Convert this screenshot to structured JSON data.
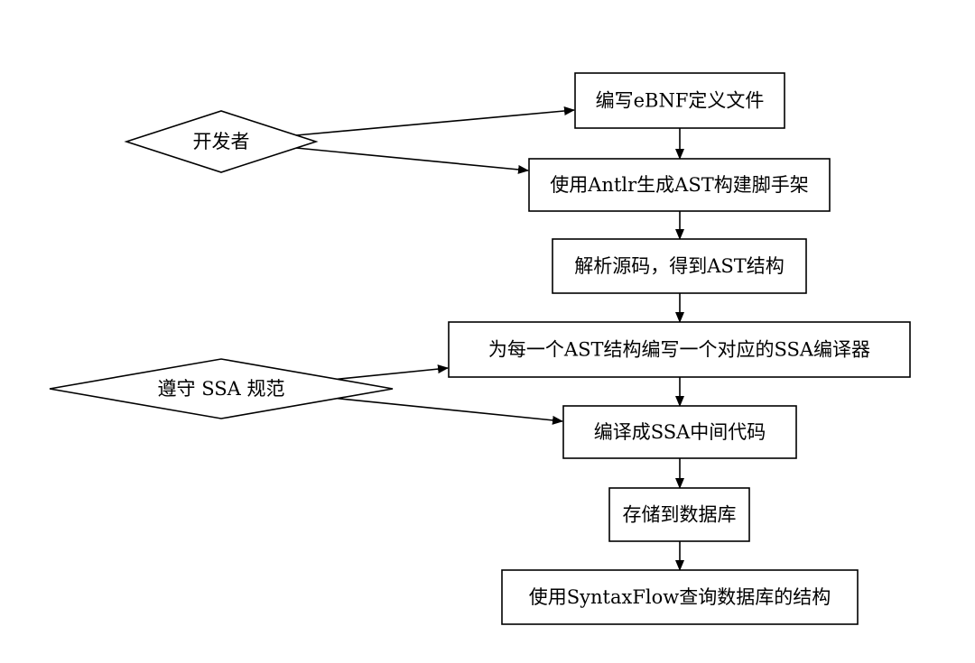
{
  "diagram": {
    "actors": {
      "developer": "开发者",
      "ssa_spec": "遵守 SSA 规范"
    },
    "steps": {
      "write_ebnf": "编写eBNF定义文件",
      "antlr_scaffold": "使用Antlr生成AST构建脚手架",
      "parse_source": "解析源码，得到AST结构",
      "write_compilers": "为每一个AST结构编写一个对应的SSA编译器",
      "compile_ssa": "编译成SSA中间代码",
      "store_db": "存储到数据库",
      "query_syntaxflow": "使用SyntaxFlow查询数据库的结构"
    }
  }
}
